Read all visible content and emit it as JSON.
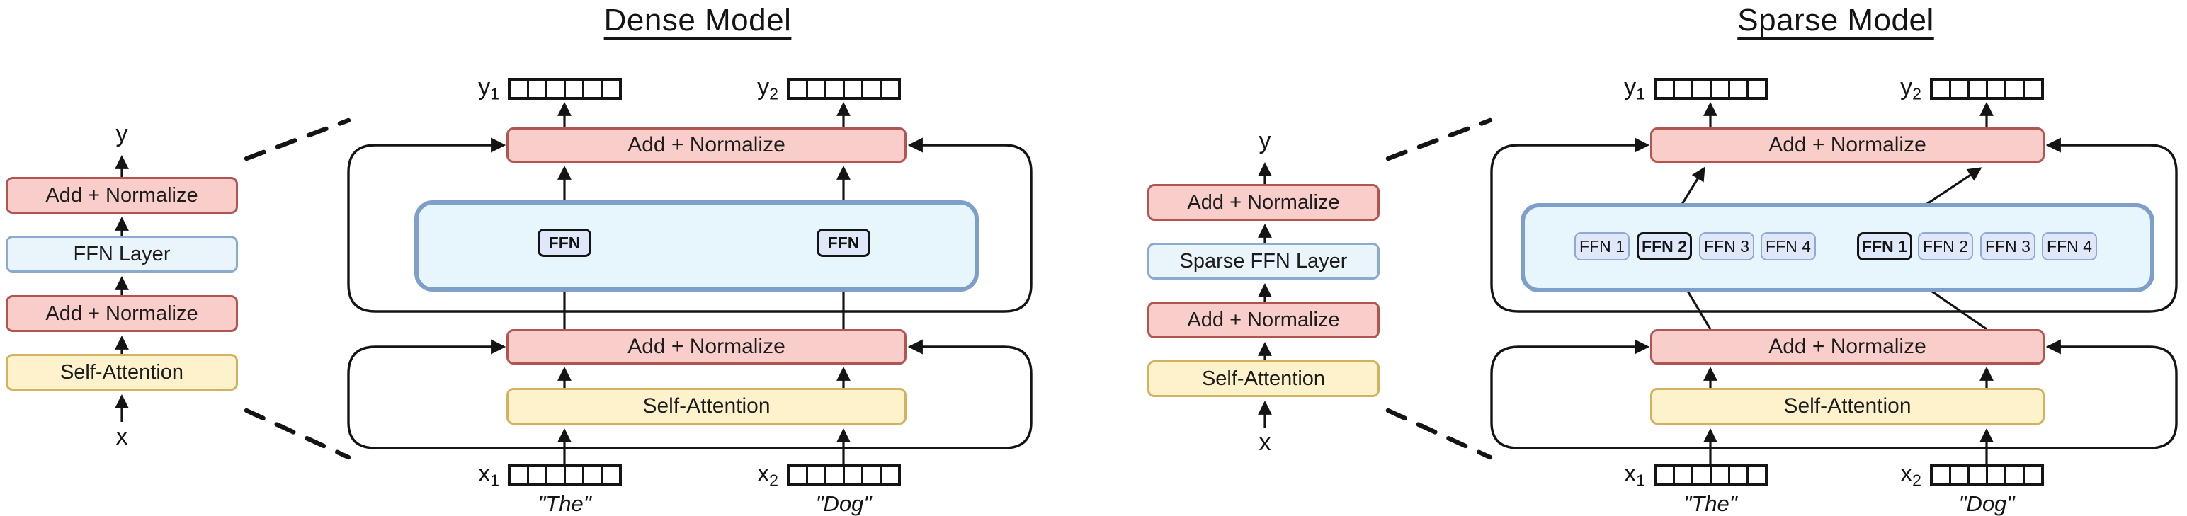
{
  "colors": {
    "line": "#141414",
    "addnorm_fill": "#f8cdca",
    "addnorm_border": "#b2544f",
    "attn_fill": "#fdf2cc",
    "attn_border": "#d2b25e",
    "ffnlayer_fill": "#e9f4fb",
    "ffnlayer_border": "#8aabce",
    "container_fill": "#e7f6fc",
    "container_border": "#7e9fca",
    "chip_fill": "#dfe8f9",
    "chip_border": "#92a7d3",
    "chip_selected_border": "#141414"
  },
  "dense": {
    "title": "Dense Model",
    "stack": {
      "y_label": "y",
      "x_label": "x",
      "boxes": [
        {
          "label": "Add + Normalize"
        },
        {
          "label": "FFN Layer"
        },
        {
          "label": "Add + Normalize"
        },
        {
          "label": "Self-Attention"
        }
      ]
    },
    "detail": {
      "top_addnorm": "Add + Normalize",
      "mid_addnorm": "Add + Normalize",
      "self_attention": "Self-Attention",
      "ffn_boxes": [
        "FFN",
        "FFN"
      ],
      "outputs": [
        {
          "base": "y",
          "sub": "1"
        },
        {
          "base": "y",
          "sub": "2"
        }
      ],
      "inputs": [
        {
          "base": "x",
          "sub": "1"
        },
        {
          "base": "x",
          "sub": "2"
        }
      ],
      "tokens": [
        "\"The\"",
        "\"Dog\""
      ]
    }
  },
  "sparse": {
    "title": "Sparse Model",
    "stack": {
      "y_label": "y",
      "x_label": "x",
      "boxes": [
        {
          "label": "Add + Normalize"
        },
        {
          "label": "Sparse FFN Layer"
        },
        {
          "label": "Add + Normalize"
        },
        {
          "label": "Self-Attention"
        }
      ]
    },
    "detail": {
      "top_addnorm": "Add + Normalize",
      "mid_addnorm": "Add + Normalize",
      "self_attention": "Self-Attention",
      "ffn_groups": [
        [
          "FFN 1",
          "FFN 2",
          "FFN 3",
          "FFN 4"
        ],
        [
          "FFN 1",
          "FFN 2",
          "FFN 3",
          "FFN 4"
        ]
      ],
      "selected_experts": [
        "FFN 2",
        "FFN 1"
      ],
      "outputs": [
        {
          "base": "y",
          "sub": "1"
        },
        {
          "base": "y",
          "sub": "2"
        }
      ],
      "inputs": [
        {
          "base": "x",
          "sub": "1"
        },
        {
          "base": "x",
          "sub": "2"
        }
      ],
      "tokens": [
        "\"The\"",
        "\"Dog\""
      ]
    }
  }
}
